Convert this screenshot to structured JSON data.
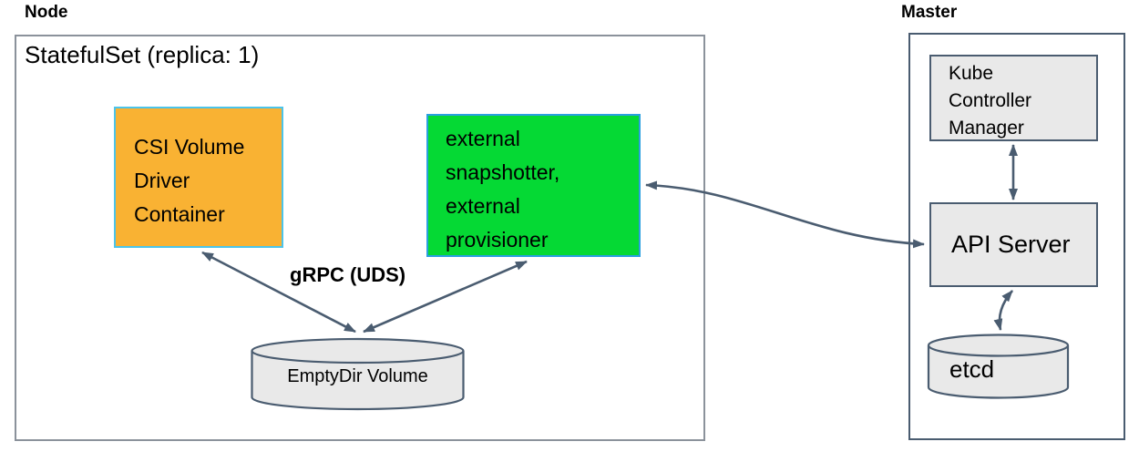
{
  "node": {
    "label": "Node",
    "statefulset_title": "StatefulSet (replica: 1)",
    "csi_box_label": "CSI Volume\nDriver\nContainer",
    "sidecar_box_label": "external\nsnapshotter,\nexternal\nprovisioner",
    "grpc_label": "gRPC (UDS)",
    "emptydir_label": "EmptyDir Volume"
  },
  "master": {
    "label": "Master",
    "kcm_box_label": "Kube\nController\nManager",
    "api_server_label": "API Server",
    "etcd_label": "etcd"
  },
  "colors": {
    "csi_fill": "#F9B233",
    "csi_border": "#4CC4EA",
    "sidecar_fill": "#05D934",
    "sidecar_border": "#2B9FE0",
    "gray_fill": "#E9E9E9",
    "dark_border": "#4A5C70",
    "node_border": "#8B929B",
    "arrow": "#4A5C70"
  }
}
